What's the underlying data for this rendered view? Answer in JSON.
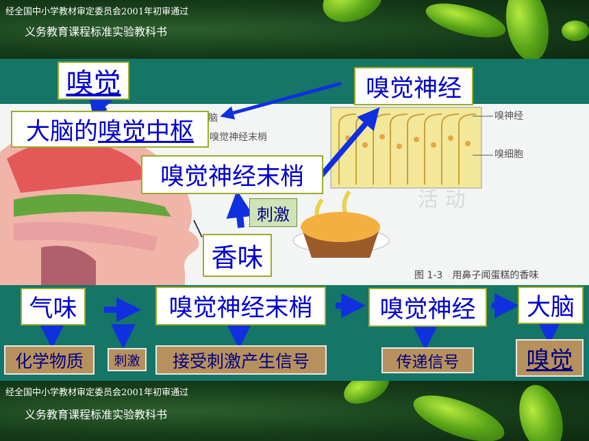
{
  "header": {
    "line1": "经全国中小学教材审定委员会2001年初审通过",
    "line2": "义务教育课程标准实验教科书"
  },
  "footer": {
    "line1": "经全国中小学教材审定委员会2001年初审通过",
    "line2": "义务教育课程标准实验教科书"
  },
  "labels": {
    "olfaction": "嗅觉",
    "olfactory_nerve": "嗅觉神经",
    "brain_center_prefix": "大脑的",
    "brain_center_main": "嗅觉中枢",
    "nerve_endings": "嗅觉神经末梢",
    "stimulus": "刺激",
    "aroma": "香味"
  },
  "figure": {
    "brain_label": "脑",
    "nerve_ending_label": "嗅觉神经末梢",
    "smell_nerve_label": "嗅神经",
    "smell_cell_label": "嗅细胞",
    "caption": "图 1-3　用鼻子闻蛋糕的香味"
  },
  "flow": {
    "steps": [
      "气味",
      "嗅觉神经末梢",
      "嗅觉神经",
      "大脑"
    ],
    "notes": [
      "化学物质",
      "刺激",
      "接受刺激产生信号",
      "传递信号",
      "嗅觉"
    ]
  },
  "colors": {
    "label_text": "#0000cc",
    "box_border": "#9aab2a",
    "teal": "#157566",
    "note_brown": "#b7915d",
    "arrow_blue": "#1030e0"
  }
}
